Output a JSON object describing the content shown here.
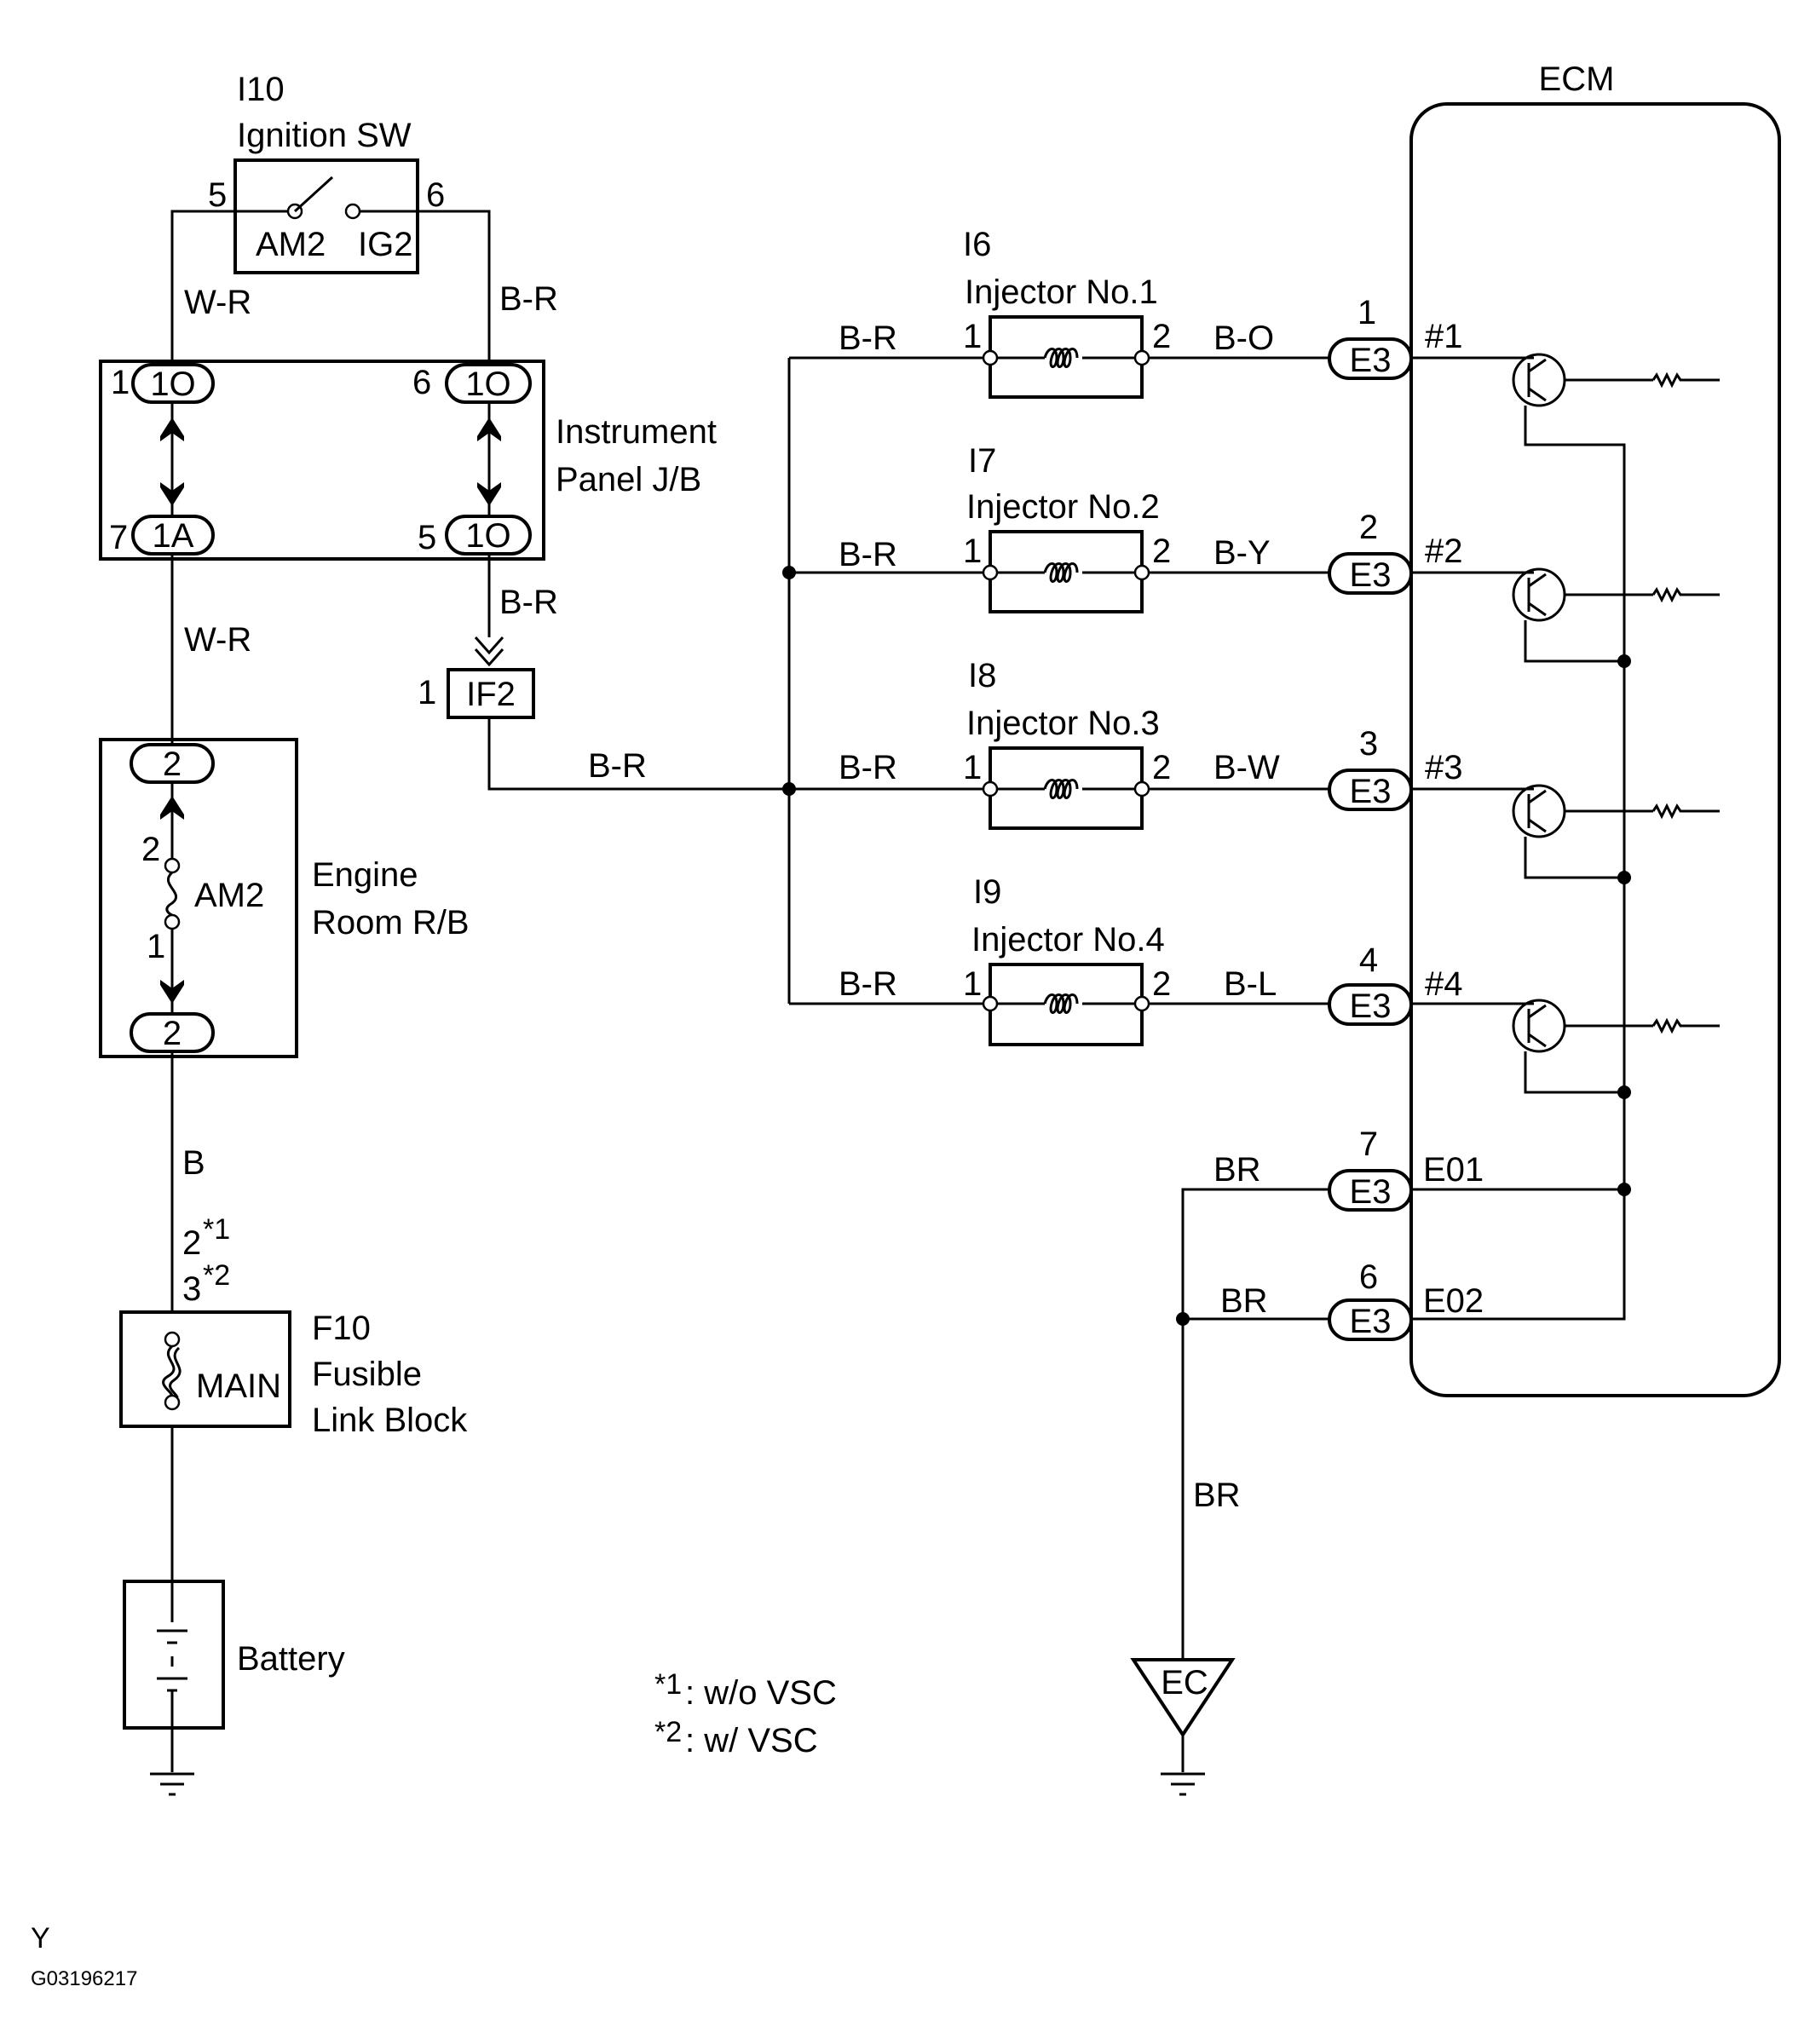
{
  "ignition": {
    "ref": "I10",
    "name": "Ignition SW",
    "pin_left": "5",
    "pin_right": "6",
    "term_left": "AM2",
    "term_right": "IG2"
  },
  "wires": {
    "wr": "W-R",
    "br": "B-R",
    "b": "B",
    "brown": "BR",
    "bo": "B-O",
    "by": "B-Y",
    "bw": "B-W",
    "bl": "B-L"
  },
  "jb": {
    "name_l1": "Instrument",
    "name_l2": "Panel J/B",
    "top_left_pin": "1",
    "top_left_conn": "1O",
    "top_right_pin": "6",
    "top_right_conn": "1O",
    "bot_left_pin": "7",
    "bot_left_conn": "1A",
    "bot_right_pin": "5",
    "bot_right_conn": "1O"
  },
  "if2": {
    "pin": "1",
    "label": "IF2"
  },
  "engine_rb": {
    "name_l1": "Engine",
    "name_l2": "Room R/B",
    "top_conn": "2",
    "bot_conn": "2",
    "fuse": "AM2",
    "fuse_pin_top": "2",
    "fuse_pin_bot": "1"
  },
  "fusible": {
    "ref": "F10",
    "name_l1": "Fusible",
    "name_l2": "Link Block",
    "fuse": "MAIN",
    "pin1": "2",
    "pin1_sup": "*1",
    "pin2": "3",
    "pin2_sup": "*2"
  },
  "battery": {
    "label": "Battery"
  },
  "injectors": [
    {
      "ref": "I6",
      "name": "Injector No.1",
      "in_wire": "B-R",
      "pin1": "1",
      "pin2": "2",
      "out_wire": "B-O",
      "conn": "E3",
      "conn_pin": "1",
      "ecm_term": "#1"
    },
    {
      "ref": "I7",
      "name": "Injector No.2",
      "in_wire": "B-R",
      "pin1": "1",
      "pin2": "2",
      "out_wire": "B-Y",
      "conn": "E3",
      "conn_pin": "2",
      "ecm_term": "#2"
    },
    {
      "ref": "I8",
      "name": "Injector No.3",
      "in_wire": "B-R",
      "pin1": "1",
      "pin2": "2",
      "out_wire": "B-W",
      "conn": "E3",
      "conn_pin": "3",
      "ecm_term": "#3"
    },
    {
      "ref": "I9",
      "name": "Injector No.4",
      "in_wire": "B-R",
      "pin1": "1",
      "pin2": "2",
      "out_wire": "B-L",
      "conn": "E3",
      "conn_pin": "4",
      "ecm_term": "#4"
    }
  ],
  "ecm": {
    "label": "ECM",
    "grounds": [
      {
        "wire": "BR",
        "conn": "E3",
        "conn_pin": "7",
        "term": "E01"
      },
      {
        "wire": "BR",
        "conn": "E3",
        "conn_pin": "6",
        "term": "E02"
      }
    ]
  },
  "ground_ec": {
    "label": "EC",
    "wire": "BR"
  },
  "notes": [
    {
      "mark": "*1",
      "text": ": w/o VSC"
    },
    {
      "mark": "*2",
      "text": ": w/ VSC"
    }
  ],
  "footer": {
    "code1": "Y",
    "code2": "G03196217"
  }
}
